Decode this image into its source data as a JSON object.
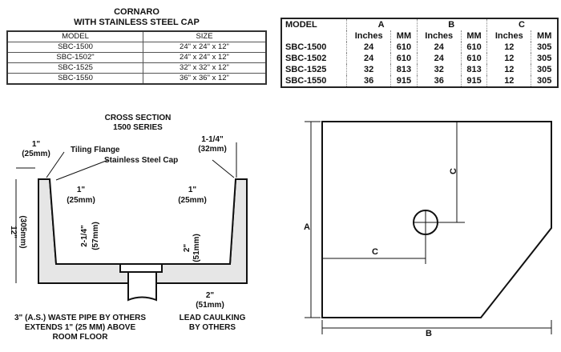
{
  "left_table": {
    "title1": "CORNARO",
    "title2": "WITH STAINLESS STEEL CAP",
    "headers": [
      "MODEL",
      "SIZE"
    ],
    "rows": [
      [
        "SBC-1500",
        "24\" x 24\" x 12\""
      ],
      [
        "SBC-1502\"",
        "24\" x 24\" x 12\""
      ],
      [
        "SBC-1525",
        "32\" x 32\" x 12\""
      ],
      [
        "SBC-1550",
        "36\" x 36\" x 12\""
      ]
    ]
  },
  "right_table": {
    "model_header": "MODEL",
    "groups": [
      "A",
      "B",
      "C"
    ],
    "subheaders": [
      "Inches",
      "MM",
      "Inches",
      "MM",
      "Inches",
      "MM"
    ],
    "rows": [
      [
        "SBC-1500",
        "24",
        "610",
        "24",
        "610",
        "12",
        "305"
      ],
      [
        "SBC-1502",
        "24",
        "610",
        "24",
        "610",
        "12",
        "305"
      ],
      [
        "SBC-1525",
        "32",
        "813",
        "32",
        "813",
        "12",
        "305"
      ],
      [
        "SBC-1550",
        "36",
        "915",
        "36",
        "915",
        "12",
        "305"
      ]
    ]
  },
  "cross_section": {
    "title1": "CROSS SECTION",
    "title2": "1500 SERIES",
    "dim_1in": "1\"",
    "dim_25mm": "(25mm)",
    "dim_114": "1-1/4\"",
    "dim_32mm": "(32mm)",
    "tiling_flange": "Tiling Flange",
    "steel_cap": "Stainless Steel Cap",
    "height": "12\"",
    "height_mm": "(305mm)",
    "dim_214": "2-1/4\"",
    "dim_57mm": "(57mm)",
    "dim_2in": "2\"",
    "dim_51mm": "(51mm)",
    "waste_pipe": [
      "3\" (A.S.) WASTE PIPE BY OTHERS",
      "EXTENDS 1\" (25 MM) ABOVE",
      "ROOM FLOOR"
    ],
    "lead_caulking": [
      "LEAD CAULKING",
      "BY OTHERS"
    ]
  },
  "plan_view": {
    "label_a": "A",
    "label_b": "B",
    "label_c": "C"
  }
}
